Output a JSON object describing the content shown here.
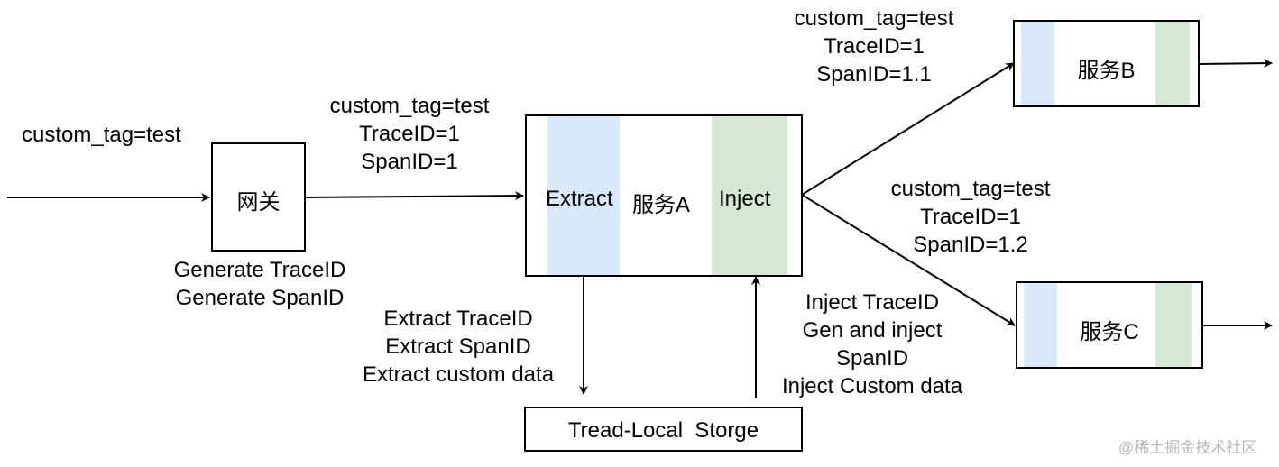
{
  "gateway": {
    "incoming_tag": "custom_tag=test",
    "label": "网关",
    "notes": [
      "Generate TraceID",
      "Generate SpanID"
    ]
  },
  "hop_gateway_to_a": [
    "custom_tag=test",
    "TraceID=1",
    "SpanID=1"
  ],
  "service_a": {
    "extract_label": "Extract",
    "name": "服务A",
    "inject_label": "Inject",
    "extract_notes": [
      "Extract TraceID",
      "Extract SpanID",
      "Extract custom data"
    ],
    "inject_notes": [
      "Inject TraceID",
      "Gen and inject",
      "SpanID",
      "Inject Custom data"
    ]
  },
  "hop_a_to_b": [
    "custom_tag=test",
    "TraceID=1",
    "SpanID=1.1"
  ],
  "hop_a_to_c": [
    "custom_tag=test",
    "TraceID=1",
    "SpanID=1.2"
  ],
  "service_b": {
    "name": "服务B"
  },
  "service_c": {
    "name": "服务C"
  },
  "storage": {
    "label": "Tread-Local  Storge"
  },
  "watermark": "@稀土掘金技术社区",
  "colors": {
    "extract_fill": "#dae8fc",
    "inject_fill": "#d5e8d4",
    "stroke": "#000000"
  }
}
